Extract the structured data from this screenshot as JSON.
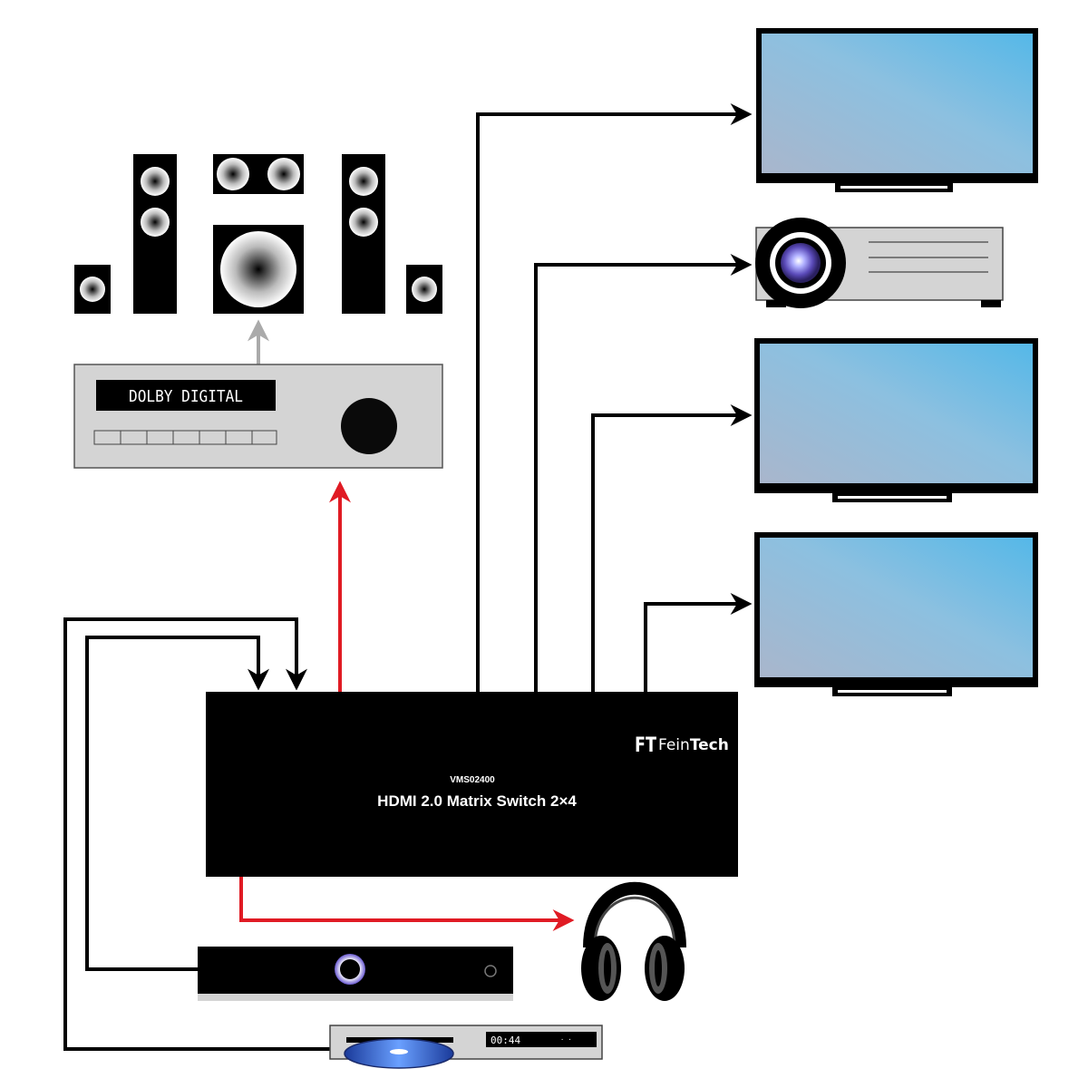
{
  "receiver": {
    "display_text": "DOLBY DIGITAL"
  },
  "matrix_switch": {
    "model": "VMS02400",
    "title": "HDMI 2.0 Matrix Switch 2×4",
    "brand_logo": "FT",
    "brand_light": "Fein",
    "brand_bold": "Tech"
  },
  "bluray_player": {
    "display_time": "00:44",
    "display_dots": "· ·"
  },
  "colors": {
    "hdmi_line": "#000000",
    "audio_line": "#e01b24",
    "speaker_line": "#aaaaaa",
    "screen_gradient_start": "#a8b8d0",
    "screen_gradient_end": "#5ab8e8",
    "device_gray": "#d4d4d4"
  },
  "icons": [
    "speaker-icon",
    "subwoofer-icon",
    "receiver-icon",
    "tv-icon",
    "projector-icon",
    "headphones-icon",
    "set-top-box-icon",
    "bluray-player-icon"
  ]
}
